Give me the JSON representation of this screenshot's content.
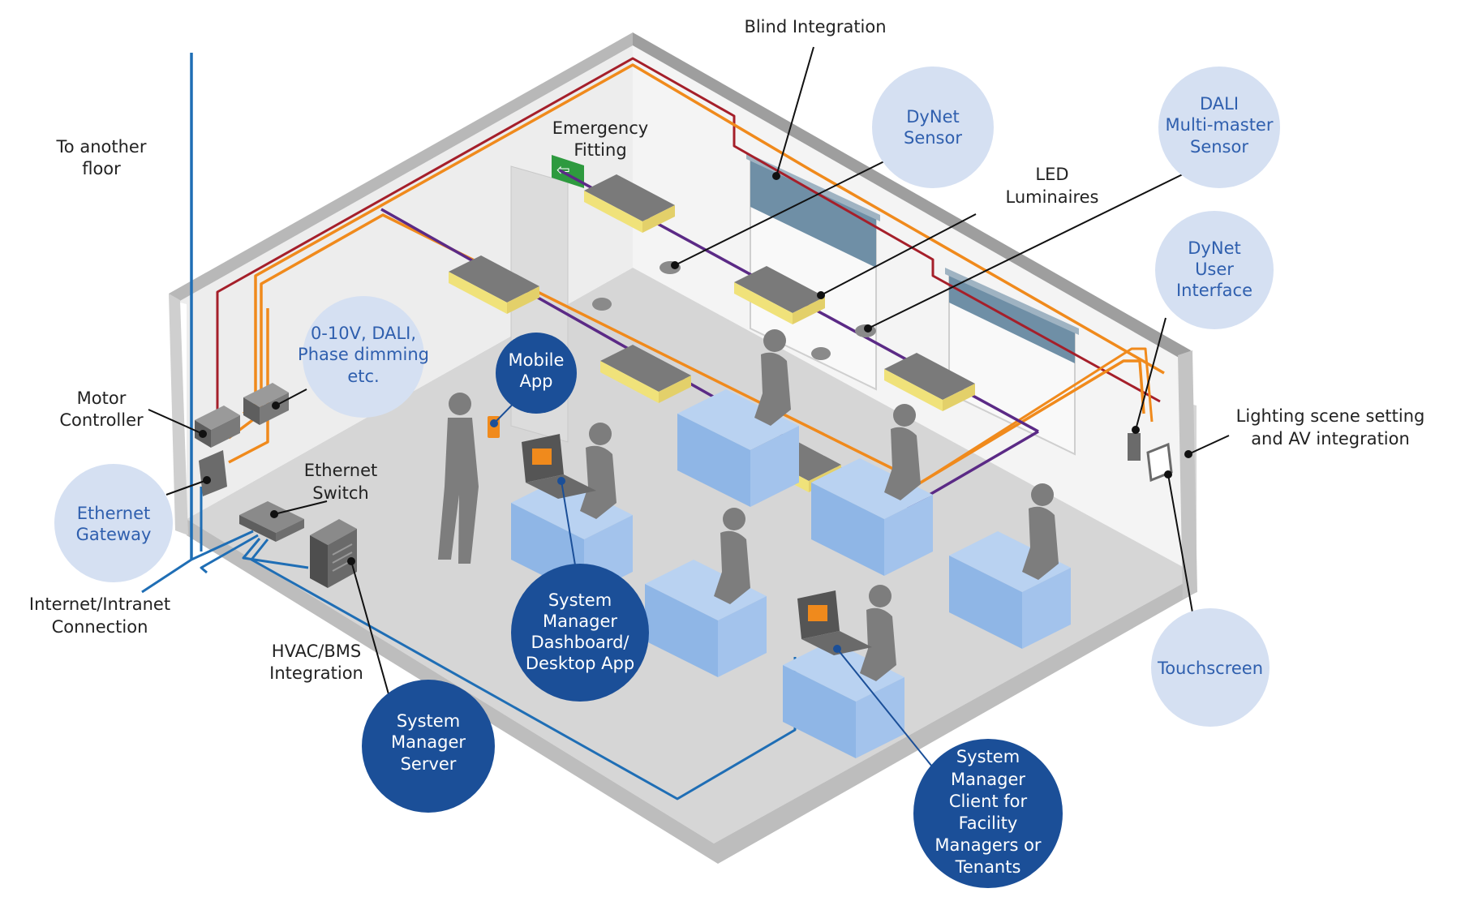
{
  "labels": {
    "blind_integration": "Blind Integration",
    "emergency_1": "Emergency",
    "emergency_2": "Fitting",
    "another_floor_1": "To another",
    "another_floor_2": "floor",
    "led_1": "LED",
    "led_2": "Luminaires",
    "motor_1": "Motor",
    "motor_2": "Controller",
    "ethernet_switch_1": "Ethernet",
    "ethernet_switch_2": "Switch",
    "internet_1": "Internet/Intranet",
    "internet_2": "Connection",
    "hvac_1": "HVAC/BMS",
    "hvac_2": "Integration",
    "scene_1": "Lighting scene setting",
    "scene_2": "and AV integration"
  },
  "circles": {
    "dynet_sensor": [
      "DyNet",
      "Sensor"
    ],
    "dali_sensor": [
      "DALI",
      "Multi-master",
      "Sensor"
    ],
    "dynet_ui": [
      "DyNet",
      "User",
      "Interface"
    ],
    "dimming": [
      "0-10V, DALI,",
      "Phase dimming",
      "etc."
    ],
    "ethernet_gateway": [
      "Ethernet",
      "Gateway"
    ],
    "touchscreen": [
      "Touchscreen"
    ],
    "mobile_app": [
      "Mobile",
      "App"
    ],
    "sm_dashboard": [
      "System",
      "Manager",
      "Dashboard/",
      "Desktop App"
    ],
    "sm_server": [
      "System",
      "Manager",
      "Server"
    ],
    "sm_client": [
      "System",
      "Manager",
      "Client for",
      "Facility",
      "Managers or",
      "Tenants"
    ]
  },
  "colors": {
    "light_circle": "#d5e0f2",
    "dark_circle": "#1b4f98",
    "red_wire": "#a51f2a",
    "orange_wire": "#f08a1c",
    "purple_wire": "#5b2a86",
    "blue_wire": "#1f6eb5",
    "floor": "#d4d4d4",
    "wall": "#ececec",
    "desk": "#a9c7ec",
    "person": "#7d7d7d"
  }
}
